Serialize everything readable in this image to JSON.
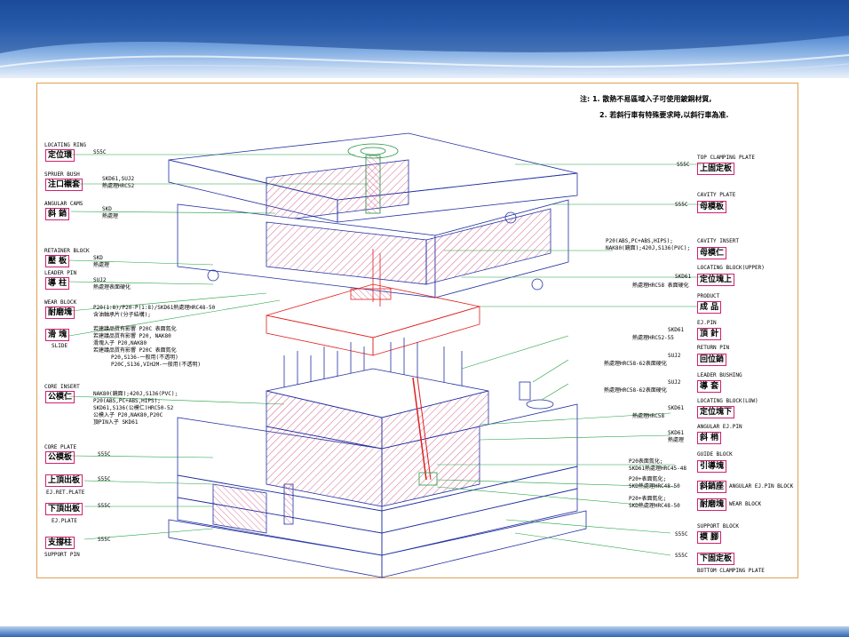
{
  "notes": [
    "注: 1. 散熱不易區域入子可使用鈹銅材質,",
    "2. 若斜行車有特殊要求時,以斜行車為准."
  ],
  "left_labels": [
    {
      "en": "LOCATING RING",
      "cn": "定位環",
      "code": "S55C"
    },
    {
      "en": "SPRUER BUSH",
      "cn": "注口襯套",
      "code": "SKD61,SUJ2",
      "sub": "熱處理HRC52"
    },
    {
      "en": "ANGULAR CAMS",
      "cn": "斜 銷",
      "code": "SKD",
      "sub": "熱處理"
    },
    {
      "en": "RETAINER BLOCK",
      "cn": "壓 板",
      "code": "SKD",
      "sub": "熱處理"
    },
    {
      "en": "LEADER PIN",
      "cn": "導 柱",
      "code": "SUJ2",
      "sub": "熱處理表面硬化"
    },
    {
      "en": "WEAR BLOCK",
      "cn": "耐磨塊",
      "code": "P20(1:8)/P20-P(1:8)/SKD61熱處理HRC48-50",
      "sub": "含油軸承片(分子結構);"
    },
    {
      "en": "SLIDE",
      "cn": "滑 塊",
      "code": "若建議品質有影響 P20C 表面氮化",
      "sub": "若建議品質有影響 P20, NAK80"
    },
    {
      "en": "CORE INSERT",
      "cn": "公模仁",
      "code": "NAK80(鏡面);420J,S136(PVC);",
      "sub": "P20(ABS,PC+ABS,HIPS);"
    },
    {
      "en": "CORE PLATE",
      "cn": "公模板",
      "code": "S55C"
    },
    {
      "en": "EJ.RET.PLATE",
      "cn": "上頂出板",
      "code": "S55C"
    },
    {
      "en": "EJ.PLATE",
      "cn": "下頂出板",
      "code": "S55C"
    },
    {
      "en": "SUPPORT PIN",
      "cn": "支撐柱",
      "code": "S55C"
    }
  ],
  "left_extra": [
    "滑塊入子 P20,NAK80",
    "若建議品質有影響 P20C 表面氮化",
    "P20,S136-一般用(不透明)",
    "P20C,S136,VIH2M-一般用(不透明)",
    "SKD61,S136(公模仁)HRC50-52",
    "公模入子 P20,NAK80,P20C",
    "頂PIN入子 SKD61"
  ],
  "right_labels": [
    {
      "en": "TOP CLAMPING PLATE",
      "cn": "上固定板",
      "code": "S55C"
    },
    {
      "en": "CAVITY PLATE",
      "cn": "母模板",
      "code": "S55C"
    },
    {
      "en": "CAVITY INSERT",
      "cn": "母模仁",
      "code": "P20(ABS,PC+ABS,HIPS);",
      "sub": "NAK80(鏡面);420J,S136(PVC);"
    },
    {
      "en": "LOCATING BLOCK(UPPER)",
      "cn": "定位塊上",
      "code": "SKD61",
      "sub": "熱處理HRC58 表面硬化"
    },
    {
      "en": "PRODUCT",
      "cn": "成 品",
      "code": ""
    },
    {
      "en": "EJ.PIN",
      "cn": "頂 針",
      "code": "SKD61",
      "sub": "熱處理HRC52-55"
    },
    {
      "en": "RETURN PIN",
      "cn": "回位銷",
      "code": "SUJ2",
      "sub": "熱處理HRC58-62表面硬化"
    },
    {
      "en": "LEADER BUSHING",
      "cn": "導 套",
      "code": "SUJ2",
      "sub": "熱處理HRC58-62表面硬化"
    },
    {
      "en": "LOCATING BLOCK(LOW)",
      "cn": "定位塊下",
      "code": "SKD61",
      "sub": "熱處理HRC58"
    },
    {
      "en": "ANGULAR EJ.PIN",
      "cn": "斜 梢",
      "code": "SKD61",
      "sub": "熱處理"
    },
    {
      "en": "GUIDE BLOCK",
      "cn": "引導塊",
      "code": "P20表面氮化;",
      "sub": "SKD61熱處理HRC45-48"
    },
    {
      "en": "ANGULAR EJ.PIN BLOCK",
      "cn": "斜銷座",
      "code": "P20+表面氮化;",
      "sub": "SKD熱處理HRC48-50"
    },
    {
      "en": "WEAR BLOCK",
      "cn": "耐磨塊",
      "code": "P20+表面氮化;",
      "sub": "SKD熱處理HRC48-50"
    },
    {
      "en": "SUPPORT BLOCK",
      "cn": "模 腳",
      "code": "S55C"
    },
    {
      "en": "BOTTOM CLAMPING PLATE",
      "cn": "下固定板",
      "code": "S55C"
    }
  ],
  "colors": {
    "outline": "#2030a0",
    "hatch": "#c02060",
    "product": "#e02020",
    "leader": "#20a040",
    "frame": "#e0a050"
  }
}
